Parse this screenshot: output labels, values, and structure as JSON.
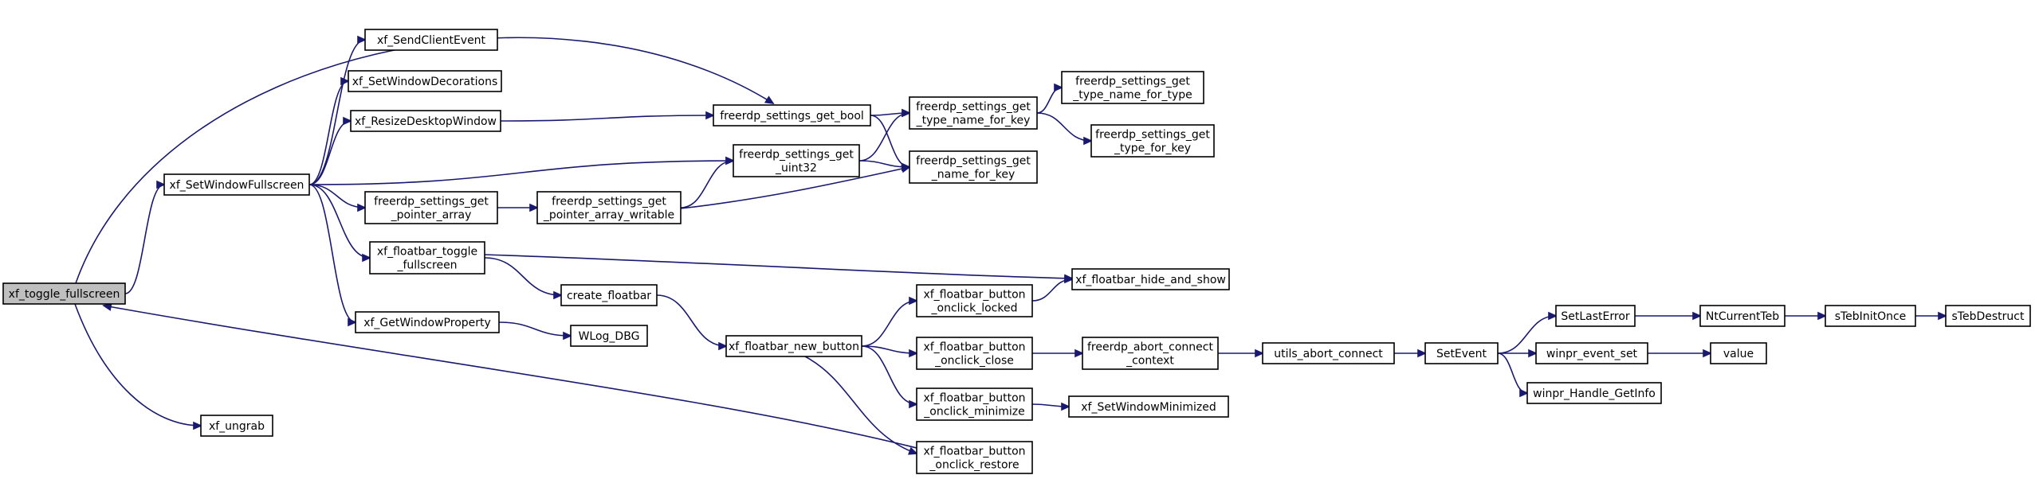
{
  "colors": {
    "edge": "#191970",
    "root_fill": "#bfbfbf",
    "node_fill": "#ffffff",
    "node_border": "#000000"
  },
  "nodes": {
    "n1": {
      "lines": [
        "xf_toggle_fullscreen"
      ],
      "root": true
    },
    "n2": {
      "lines": [
        "xf_SetWindowFullscreen"
      ]
    },
    "n3": {
      "lines": [
        "xf_ungrab"
      ]
    },
    "n4": {
      "lines": [
        "xf_SendClientEvent"
      ]
    },
    "n5": {
      "lines": [
        "xf_SetWindowDecorations"
      ]
    },
    "n6": {
      "lines": [
        "xf_ResizeDesktopWindow"
      ]
    },
    "n7": {
      "lines": [
        "freerdp_settings_get",
        "_pointer_array"
      ]
    },
    "n8": {
      "lines": [
        "xf_floatbar_toggle",
        "_fullscreen"
      ]
    },
    "n9": {
      "lines": [
        "xf_GetWindowProperty"
      ]
    },
    "n10": {
      "lines": [
        "freerdp_settings_get_bool"
      ]
    },
    "n11": {
      "lines": [
        "freerdp_settings_get",
        "_uint32"
      ]
    },
    "n12": {
      "lines": [
        "freerdp_settings_get",
        "_pointer_array_writable"
      ]
    },
    "n13": {
      "lines": [
        "create_floatbar"
      ]
    },
    "n14": {
      "lines": [
        "WLog_DBG"
      ]
    },
    "n15": {
      "lines": [
        "xf_floatbar_new_button"
      ]
    },
    "n16": {
      "lines": [
        "freerdp_settings_get",
        "_type_name_for_key"
      ]
    },
    "n17": {
      "lines": [
        "freerdp_settings_get",
        "_name_for_key"
      ]
    },
    "n18": {
      "lines": [
        "freerdp_settings_get",
        "_type_name_for_type"
      ]
    },
    "n19": {
      "lines": [
        "freerdp_settings_get",
        "_type_for_key"
      ]
    },
    "n20": {
      "lines": [
        "xf_floatbar_hide_and_show"
      ]
    },
    "n21": {
      "lines": [
        "xf_floatbar_button",
        "_onclick_locked"
      ]
    },
    "n22": {
      "lines": [
        "xf_floatbar_button",
        "_onclick_close"
      ]
    },
    "n23": {
      "lines": [
        "xf_floatbar_button",
        "_onclick_minimize"
      ]
    },
    "n24": {
      "lines": [
        "xf_floatbar_button",
        "_onclick_restore"
      ]
    },
    "n25": {
      "lines": [
        "freerdp_abort_connect",
        "_context"
      ]
    },
    "n26": {
      "lines": [
        "xf_SetWindowMinimized"
      ]
    },
    "n27": {
      "lines": [
        "utils_abort_connect"
      ]
    },
    "n28": {
      "lines": [
        "SetEvent"
      ]
    },
    "n29": {
      "lines": [
        "SetLastError"
      ]
    },
    "n30": {
      "lines": [
        "winpr_event_set"
      ]
    },
    "n31": {
      "lines": [
        "winpr_Handle_GetInfo"
      ]
    },
    "n32": {
      "lines": [
        "NtCurrentTeb"
      ]
    },
    "n33": {
      "lines": [
        "value"
      ]
    },
    "n34": {
      "lines": [
        "sTebInitOnce"
      ]
    },
    "n35": {
      "lines": [
        "sTebDestruct"
      ]
    }
  },
  "edges": [
    [
      "n1",
      "n2"
    ],
    [
      "n1",
      "n3"
    ],
    [
      "n1",
      "n10"
    ],
    [
      "n2",
      "n4"
    ],
    [
      "n2",
      "n5"
    ],
    [
      "n2",
      "n6"
    ],
    [
      "n2",
      "n7"
    ],
    [
      "n2",
      "n8"
    ],
    [
      "n2",
      "n9"
    ],
    [
      "n2",
      "n11"
    ],
    [
      "n6",
      "n10"
    ],
    [
      "n7",
      "n12"
    ],
    [
      "n12",
      "n11"
    ],
    [
      "n12",
      "n17"
    ],
    [
      "n10",
      "n16"
    ],
    [
      "n10",
      "n17"
    ],
    [
      "n11",
      "n16"
    ],
    [
      "n11",
      "n17"
    ],
    [
      "n16",
      "n18"
    ],
    [
      "n16",
      "n19"
    ],
    [
      "n8",
      "n13"
    ],
    [
      "n8",
      "n20"
    ],
    [
      "n9",
      "n14"
    ],
    [
      "n13",
      "n15"
    ],
    [
      "n15",
      "n21"
    ],
    [
      "n15",
      "n22"
    ],
    [
      "n15",
      "n23"
    ],
    [
      "n15",
      "n24"
    ],
    [
      "n21",
      "n20"
    ],
    [
      "n22",
      "n25"
    ],
    [
      "n23",
      "n26"
    ],
    [
      "n24",
      "n1"
    ],
    [
      "n25",
      "n27"
    ],
    [
      "n27",
      "n28"
    ],
    [
      "n28",
      "n29"
    ],
    [
      "n28",
      "n30"
    ],
    [
      "n28",
      "n31"
    ],
    [
      "n29",
      "n32"
    ],
    [
      "n30",
      "n33"
    ],
    [
      "n32",
      "n34"
    ],
    [
      "n34",
      "n35"
    ]
  ]
}
